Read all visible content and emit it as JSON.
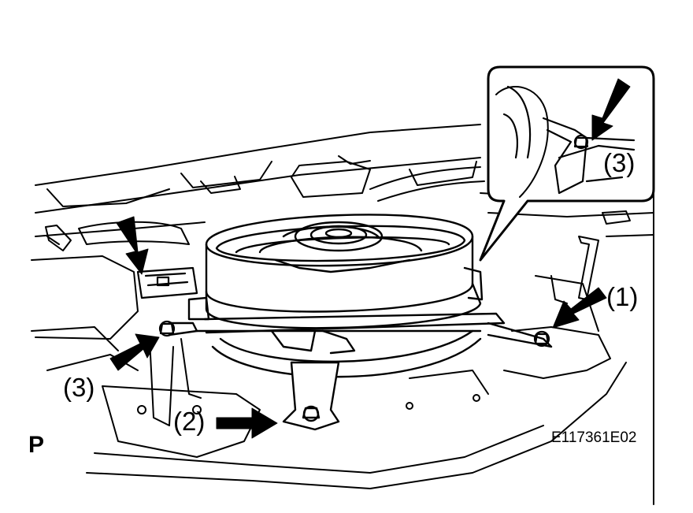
{
  "labels": {
    "callout_1": "(1)",
    "callout_2": "(2)",
    "callout_3_left": "(3)",
    "callout_3_inset": "(3)",
    "view_letter": "P",
    "figure_code": "E117361E02"
  },
  "colors": {
    "line": "#000000",
    "background": "#ffffff"
  }
}
